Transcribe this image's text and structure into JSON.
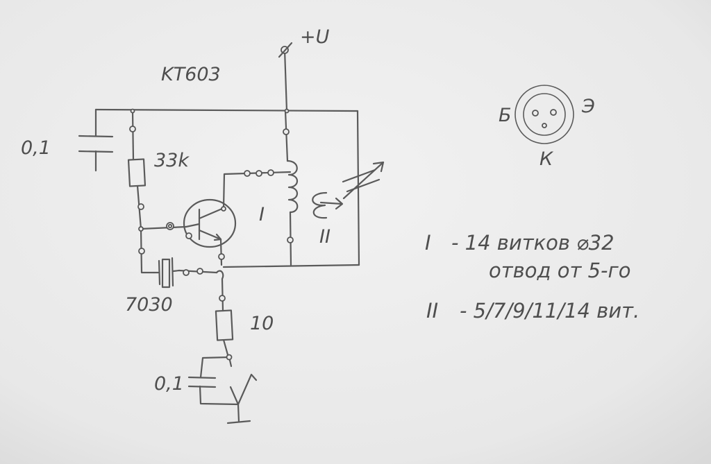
{
  "transistor_type": "KT603",
  "supply_label": "+U",
  "components": {
    "c_decoupling": "0,1",
    "r_base": "33k",
    "crystal": "7030",
    "r_emitter": "10",
    "c_key": "0,1"
  },
  "coils": {
    "coil_1_marker": "I",
    "coil_2_marker": "II"
  },
  "pinout": {
    "base": "Б",
    "emitter": "Э",
    "collector": "К"
  },
  "notes": [
    {
      "marker": "I",
      "text": "- 14 витков  ⌀32",
      "text2": "отвод от 5-го"
    },
    {
      "marker": "II",
      "text": "- 5/7/9/11/14 вит."
    }
  ],
  "colors": {
    "paper": "#ececec",
    "pencil": "#555555"
  }
}
